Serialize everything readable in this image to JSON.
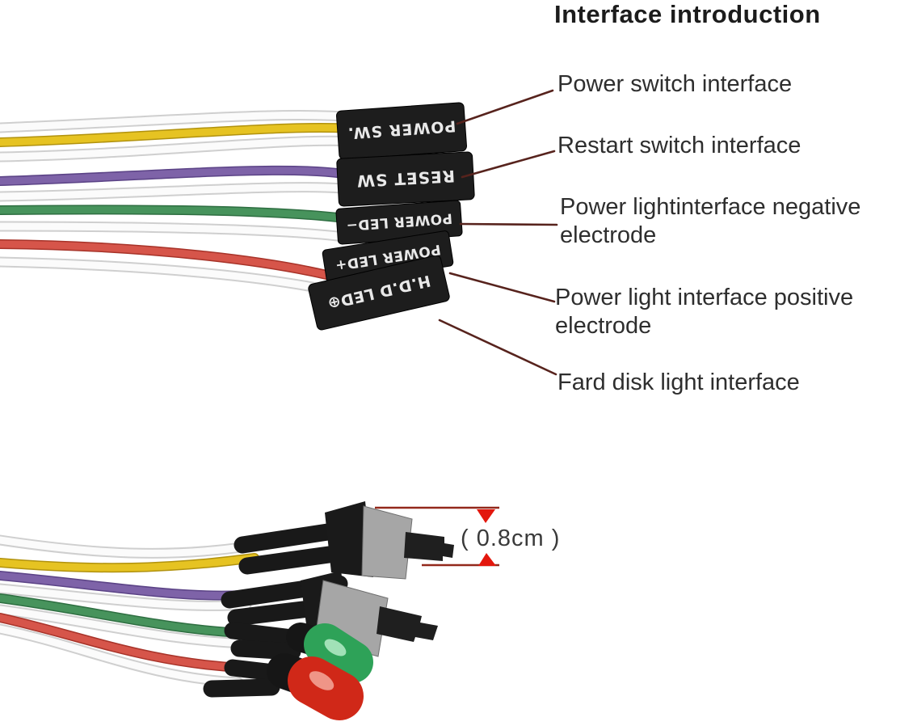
{
  "title": "Interface introduction",
  "labels": {
    "power_switch": "Power switch interface",
    "restart_switch": "Restart switch interface",
    "power_light_negative": "Power lightinterface negative electrode",
    "power_light_positive": "Power light interface positive electrode",
    "hard_disk_light": "Fard disk light interface"
  },
  "connectors": [
    {
      "id": "power-sw",
      "label": "POWER SW."
    },
    {
      "id": "reset-sw",
      "label": "RESET SW"
    },
    {
      "id": "power-led-negative",
      "label": "POWER LED−"
    },
    {
      "id": "power-led-positive",
      "label": "POWER LED+"
    },
    {
      "id": "hdd-led",
      "label": "H.D.D LED⊕"
    }
  ],
  "dimension_label": "( 0.8cm )",
  "colors": {
    "wire_white": "#fbfbfb",
    "wire_yellow": "#e6c322",
    "wire_purple": "#7e63a8",
    "wire_green": "#47935c",
    "wire_red": "#d6554a",
    "connector_black": "#1d1d1d",
    "switch_gray": "#a6a6a6",
    "switch_plunger_black": "#1f1f1f",
    "heat_shrink_black": "#191919",
    "led_green": "#2ea258",
    "led_red": "#d02818",
    "leader_line": "#57231d",
    "dimension_line": "#93291b",
    "dimension_arrow": "#e3170d"
  }
}
